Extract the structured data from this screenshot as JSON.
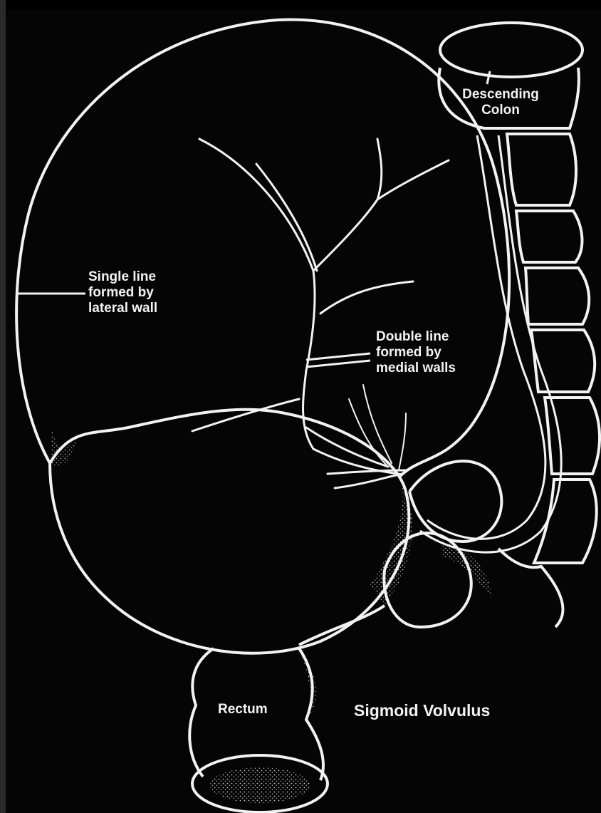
{
  "labels": {
    "descending_colon": "Descending\nColon",
    "single_line": "Single line\nformed by\nlateral wall",
    "double_line": "Double line\nformed by\nmedial walls",
    "rectum": "Rectum",
    "title": "Sigmoid Volvulus"
  },
  "colors": {
    "background": "#050505",
    "outline": "#f2f2f2"
  }
}
